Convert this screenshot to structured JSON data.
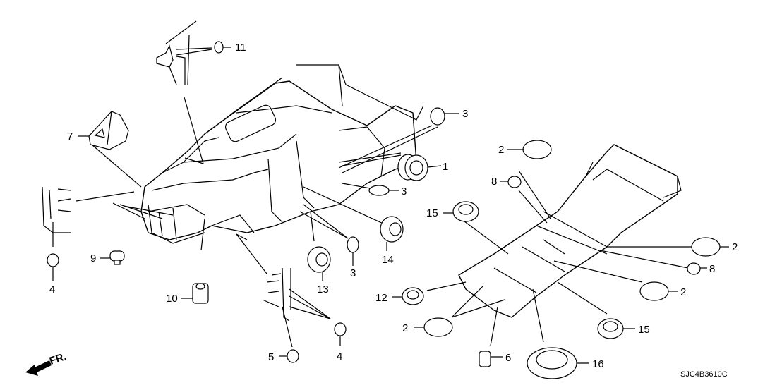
{
  "diagram": {
    "title": "Body grommets parts diagram",
    "code": "SJC4B3610C",
    "direction_label": "FR.",
    "callouts": [
      {
        "id": "c11",
        "label": "11"
      },
      {
        "id": "c7",
        "label": "7"
      },
      {
        "id": "c3a",
        "label": "3"
      },
      {
        "id": "c1",
        "label": "1"
      },
      {
        "id": "c3b",
        "label": "3"
      },
      {
        "id": "c2a",
        "label": "2"
      },
      {
        "id": "c8a",
        "label": "8"
      },
      {
        "id": "c15a",
        "label": "15"
      },
      {
        "id": "c9",
        "label": "9"
      },
      {
        "id": "c4a",
        "label": "4"
      },
      {
        "id": "c10",
        "label": "10"
      },
      {
        "id": "c13",
        "label": "13"
      },
      {
        "id": "c3c",
        "label": "3"
      },
      {
        "id": "c14",
        "label": "14"
      },
      {
        "id": "c12",
        "label": "12"
      },
      {
        "id": "c2b",
        "label": "2"
      },
      {
        "id": "c8b",
        "label": "8"
      },
      {
        "id": "c2c",
        "label": "2"
      },
      {
        "id": "c2d",
        "label": "2"
      },
      {
        "id": "c15b",
        "label": "15"
      },
      {
        "id": "c5",
        "label": "5"
      },
      {
        "id": "c4b",
        "label": "4"
      },
      {
        "id": "c6",
        "label": "6"
      },
      {
        "id": "c16",
        "label": "16"
      }
    ]
  }
}
